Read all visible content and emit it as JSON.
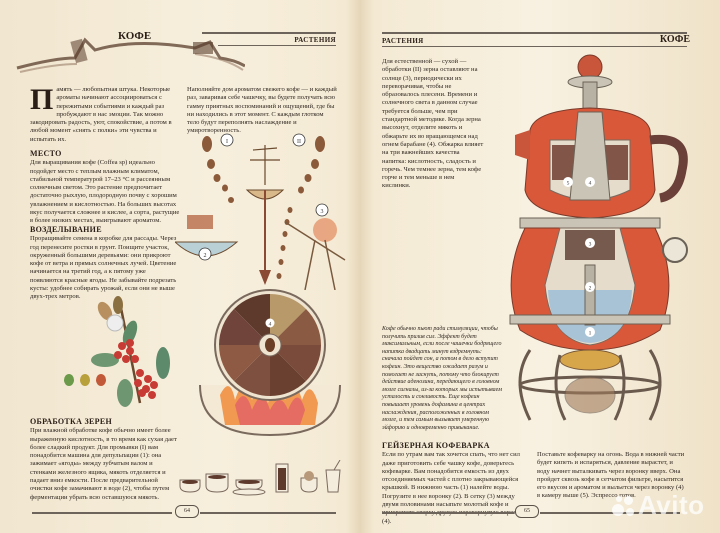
{
  "left_page": {
    "title": "КОФЕ",
    "section": "РАСТЕНИЯ",
    "intro_dropcap": "П",
    "intro": "амять — любопытная штука. Некоторые ароматы начинают ассоциироваться с пережитыми событиями и каждый раз пробуждают в нас эмоции. Так можно закодировать радость, уют, спокойствие, а потом в любой момент «снять с полки» эти чувства и испытать их.",
    "intro_right": "Наполняйте дом ароматом свежего кофе — и каждый раз, заваривая себе чашечку, вы будете получать всю гамму приятных воспоминаний и ощущений, где бы ни находились в этот момент. С каждым глотком тело будут переполнять наслаждение и умиротворенность.",
    "sections": [
      {
        "heading": "МЕСТО",
        "body": "Для выращивания кофе (Coffea sp) идеально подойдет место с теплым влажным климатом, стабильной температурой 17–23 °С и рассеянным солнечным светом. Это растение предпочитает достаточно рыхлую, плодородную почву с хорошим увлажнением и кислотностью. На больших высотах вкус получается сложнее и кислее, а сорта, растущие в более низких местах, выигрывают ароматом."
      },
      {
        "heading": "ВОЗДЕЛЫВАНИЕ",
        "body": "Проращивайте семена в коробке для рассады. Через год перенесите ростки в грунт. Поищите участок, окруженный большими деревьями: они прикроют кофе от ветра и прямых солнечных лучей. Цветение начинается на третий год, а к пятому уже появляются красные ягоды. Не забывайте подрезать кусты: удобнее собирать урожай, если они не выше двух-трех метров."
      },
      {
        "heading": "ОБРАБОТКА ЗЕРЕН",
        "body": "При влажной обработке кофе обычно имеет более выраженную кислотность, в то время как сухая дает более сладкий продукт. Для промывки (I) вам понадобится машина для депульпации (1): она зажимает «ягоды» между зубчатым валом и стенками железного ящика, мякоть отделяется и падает вниз емкости. После предварительной очистки кофе замачивают в воде (2), чтобы путем ферментации убрать всю оставшуюся мякоть."
      }
    ],
    "diagram_labels": [
      "I",
      "II",
      "1",
      "2",
      "3",
      "4"
    ],
    "page_number": "64"
  },
  "right_page": {
    "section": "РАСТЕНИЯ",
    "title": "КОФЕ",
    "top_text": "Для естественной — сухой — обработки (II) зерна оставляют на солнце (3), периодически их переворачивая, чтобы не образовалось плесени. Времени и солнечного света в данном случае требуется больше, чем при стандартной методике. Когда зерна высохнут, отделите мякоть и обжарьте их во вращающемся над огнем барабане (4). Обжарка влияет на три важнейших качества напитка: кислотность, сладость и горечь. Чем темнее зерна, тем кофе горче и тем меньше в нем кислинки.",
    "italic_note": "Кофе обычно пьют ради стимуляции, чтобы получить прилив сил. Эффект будет максимальным, если после чашечки бодрящего напитка двадцать минут вздремнуть: сначала пойдет сон, а потом в дело вступит кофеин. Это вещество ожидает разум и помогает не заснуть, потому что блокирует действие аденозина, передающего в головном мозге сигналы, из-за которых мы испытываем усталость и сонливость. Еще кофеин повышает уровень дофамина в центрах наслаждения, расположенных в головном мозге, и тем самым вызывает умеренную эйфорию и одновременно привыкание.",
    "geyser_heading": "ГЕЙЗЕРНАЯ КОФЕВАРКА",
    "geyser_col1": "Если по утрам вам так хочется спать, что нет сил даже приготовить себе чашку кофе, доверьтесь кофеварке. Вам понадобится емкость из двух отсоединяемых частей с плотно закрывающейся крышкой. В нижнюю часть (1) налейте воды. Погрузите в нее воронку (2). В сетку (3) между двумя половинами насыпьте молотый кофе и прикрепите сверху другую перевернутую воронку (4).",
    "geyser_col2": "Поставьте кофеварку на огонь. Вода в нижней части будет кипеть и испаряться, давление вырастет, и воду начнет выталкивать через воронку вверх. Она пройдет сквозь кофе в сетчатом фильтре, насытится его вкусом и ароматом и выльется через воронку (4) в камеру выше (5). Эспрессо готов.",
    "pot_labels": [
      "5",
      "4",
      "3",
      "2",
      "1"
    ],
    "page_number": "65"
  },
  "watermark": "Avito",
  "colors": {
    "paper": "#f6eedc",
    "ink": "#2a211b",
    "rule": "#6d655c",
    "pot_red": "#d9583a",
    "water": "#a9c3d6"
  }
}
